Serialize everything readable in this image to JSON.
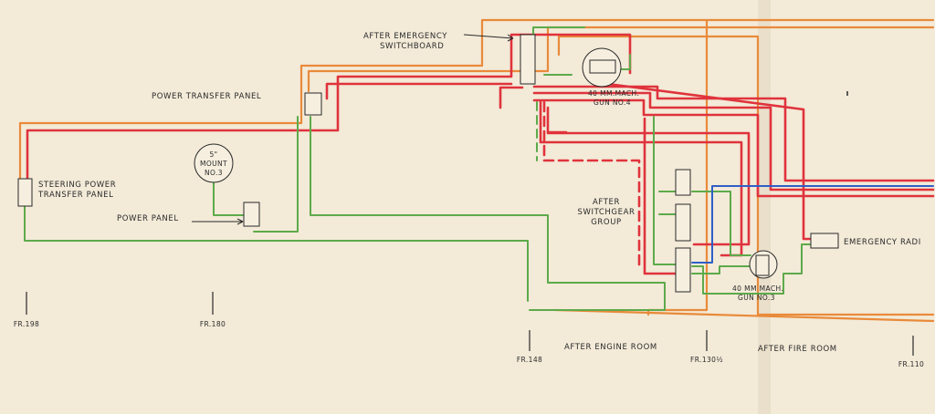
{
  "labels": {
    "after_emergency_switchboard_1": "AFTER EMERGENCY",
    "after_emergency_switchboard_2": "SWITCHBOARD",
    "power_transfer_panel": "POWER TRANSFER PANEL",
    "steering_power_1": "STEERING POWER",
    "steering_power_2": "TRANSFER PANEL",
    "mount_1": "5\"",
    "mount_2": "MOUNT",
    "mount_3": "NO.3",
    "power_panel": "POWER PANEL",
    "gun4_1": "40 MM.MACH.",
    "gun4_2": "GUN NO.4",
    "gun3_1": "40 MM MACH.",
    "gun3_2": "GUN NO.3",
    "switchgear_1": "AFTER",
    "switchgear_2": "SWITCHGEAR",
    "switchgear_3": "GROUP",
    "emergency_radio": "EMERGENCY RADI",
    "after_engine_room": "AFTER ENGINE ROOM",
    "after_fire_room": "AFTER FIRE ROOM"
  },
  "frames": [
    "FR.198",
    "FR.180",
    "FR.148",
    "FR.130½",
    "FR.110"
  ],
  "colors": {
    "orange": "#e98a3a",
    "red": "#e0333c",
    "green": "#5daa4a",
    "blue": "#2f5fc8",
    "paper": "#f3ead8"
  }
}
